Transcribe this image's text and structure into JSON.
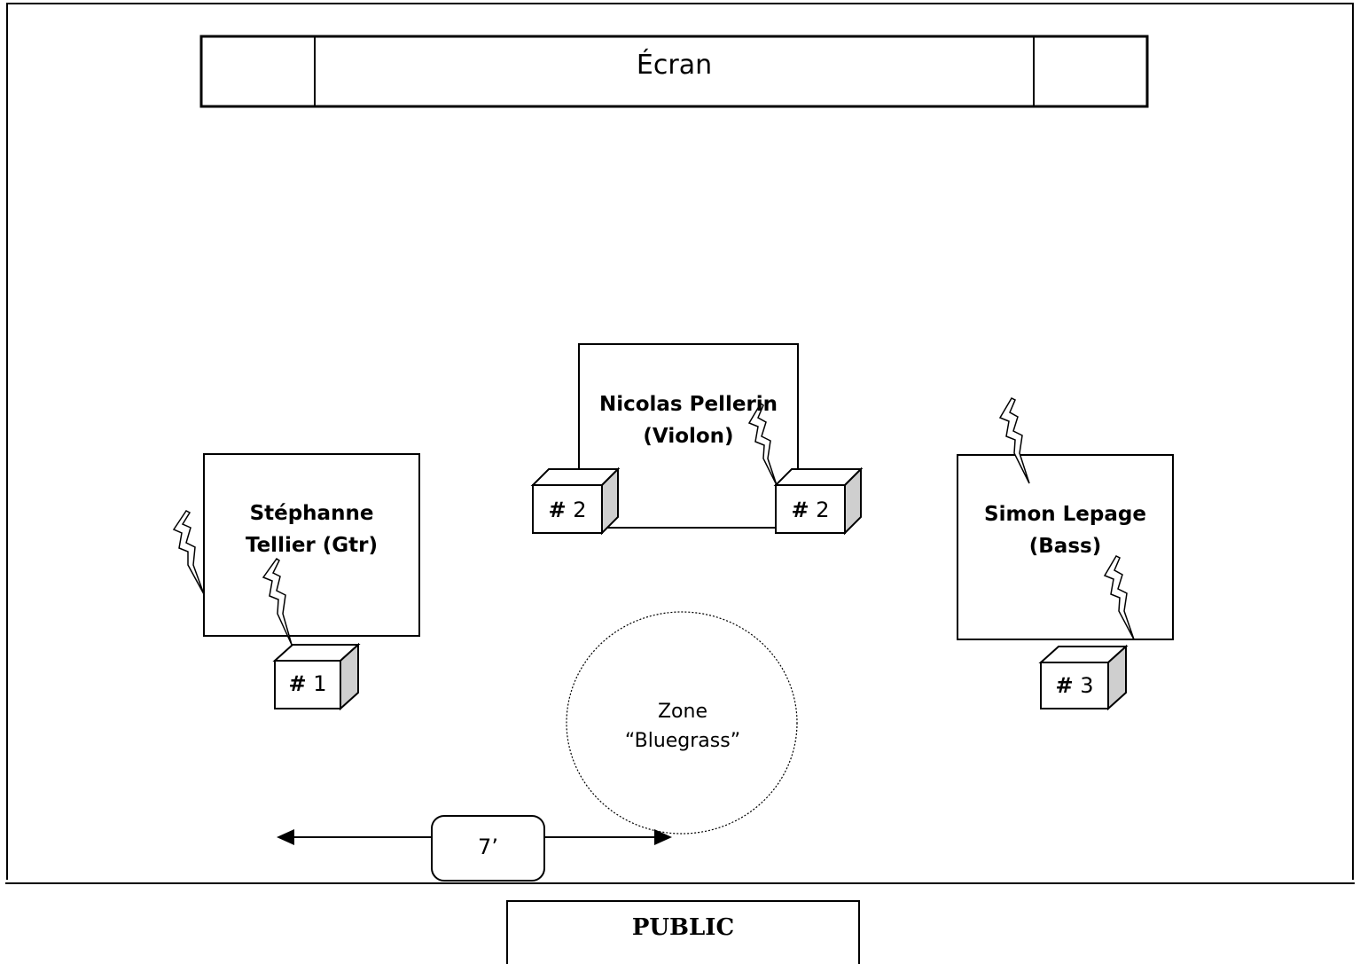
{
  "screen": {
    "label": "Écran"
  },
  "musicians": {
    "guitar": {
      "line1": "Stéphanne",
      "line2": "Tellier (Gtr)"
    },
    "violin": {
      "line1": "Nicolas Pellerin",
      "line2": "(Violon)"
    },
    "bass": {
      "line1": "Simon Lepage",
      "line2": "(Bass)"
    }
  },
  "monitors": [
    {
      "hash": "#",
      "num": "1"
    },
    {
      "hash": "#",
      "num": "2"
    },
    {
      "hash": "#",
      "num": "2"
    },
    {
      "hash": "#",
      "num": "3"
    }
  ],
  "zone": {
    "line1": "Zone",
    "line2": "“Bluegrass”"
  },
  "distance": {
    "label": "7’"
  },
  "audience": {
    "label": "PUBLIC"
  },
  "colors": {
    "stroke": "#000000",
    "box_side": "#cfcfcf",
    "background": "#ffffff"
  }
}
